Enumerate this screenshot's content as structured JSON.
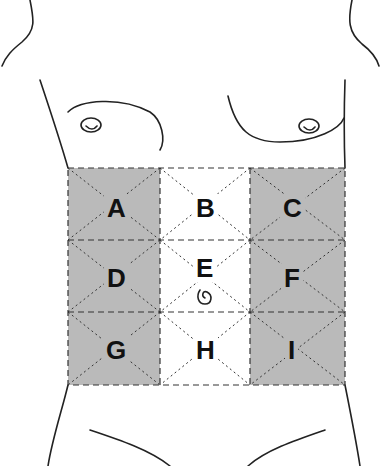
{
  "diagram": {
    "nodes": [
      {
        "text": [
          "A"
        ]
      },
      {
        "text": [
          "B"
        ]
      },
      {
        "text": [
          "C"
        ]
      },
      {
        "text": [
          "D"
        ]
      },
      {
        "text": [
          "E"
        ]
      },
      {
        "text": [
          "F"
        ]
      },
      {
        "text": [
          "G"
        ]
      },
      {
        "text": [
          "H"
        ]
      },
      {
        "text": [
          "I"
        ]
      }
    ]
  }
}
